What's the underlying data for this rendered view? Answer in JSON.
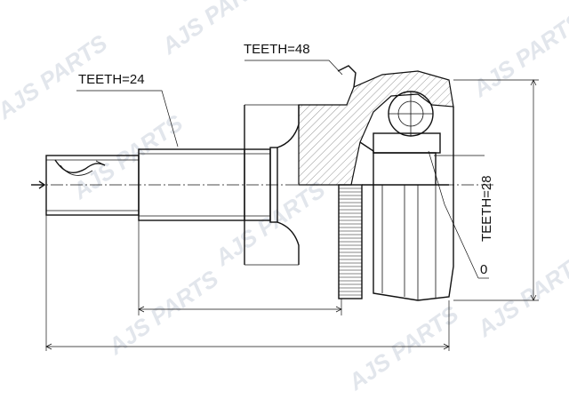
{
  "watermark": {
    "text": "AJS PARTS"
  },
  "callouts": {
    "teeth_outer": "TEETH=48",
    "teeth_shaft": "TEETH=24",
    "teeth_inner": "TEETH=28",
    "ring_mark": "0"
  },
  "colors": {
    "line": "#111111",
    "watermark": "#e2e6ec",
    "background": "#ffffff"
  }
}
